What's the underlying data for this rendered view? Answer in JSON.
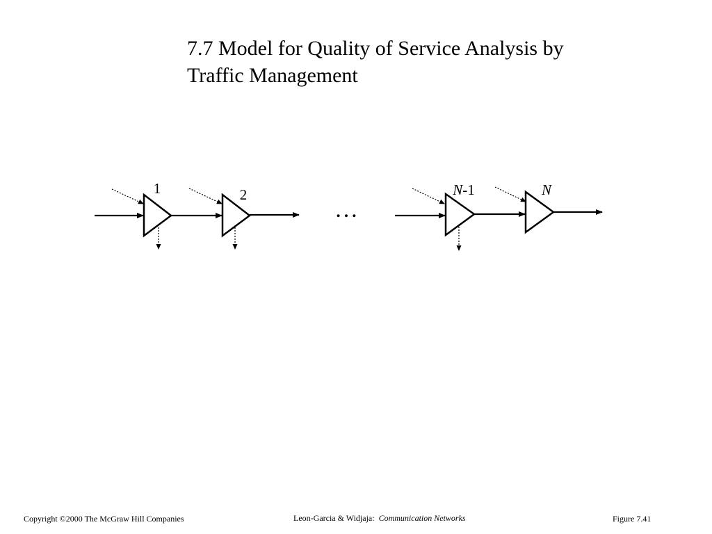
{
  "title": {
    "line1": "7.7 Model for Quality of Service Analysis by",
    "line2": "Traffic Management"
  },
  "diagram": {
    "nodes": [
      {
        "label": "1",
        "italic": ""
      },
      {
        "label": "2",
        "italic": ""
      },
      {
        "label": "-1",
        "italic": "N"
      },
      {
        "label": "",
        "italic": "N"
      }
    ],
    "ellipsis": "…"
  },
  "footer": {
    "copyright": "Copyright ©2000 The McGraw Hill Companies",
    "authors": "Leon-Garcia & Widjaja:",
    "book": "Communication Networks",
    "figure": "Figure 7.41"
  }
}
